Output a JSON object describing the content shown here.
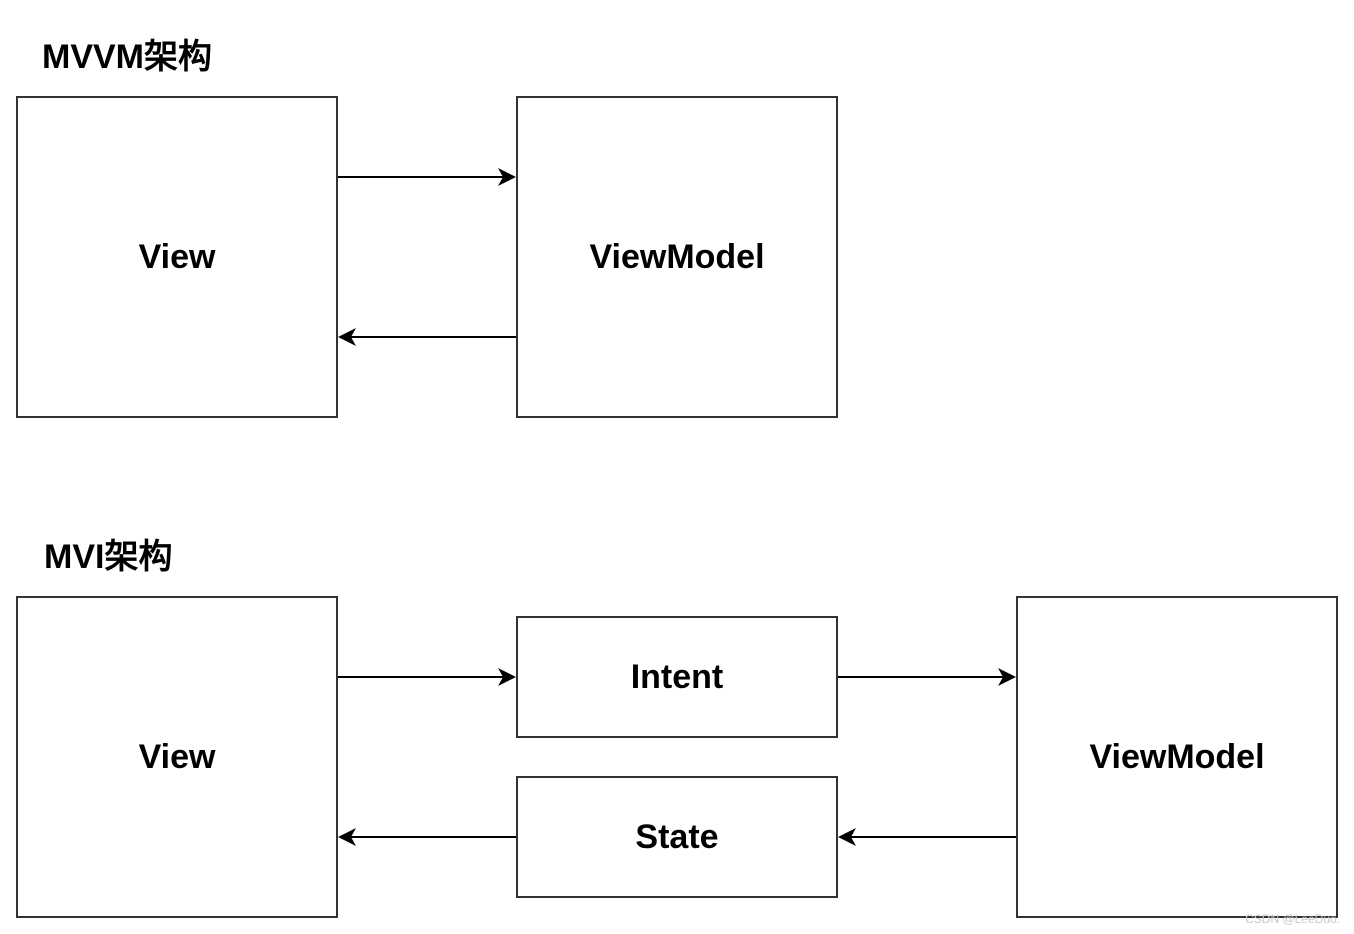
{
  "mvvm": {
    "title": "MVVM架构",
    "view_label": "View",
    "viewmodel_label": "ViewModel"
  },
  "mvi": {
    "title": "MVI架构",
    "view_label": "View",
    "intent_label": "Intent",
    "state_label": "State",
    "viewmodel_label": "ViewModel"
  },
  "watermark": "CSDN @LeeDuo.",
  "colors": {
    "stroke": "#333333",
    "arrow": "#000000",
    "text": "#000000",
    "background": "#ffffff"
  }
}
